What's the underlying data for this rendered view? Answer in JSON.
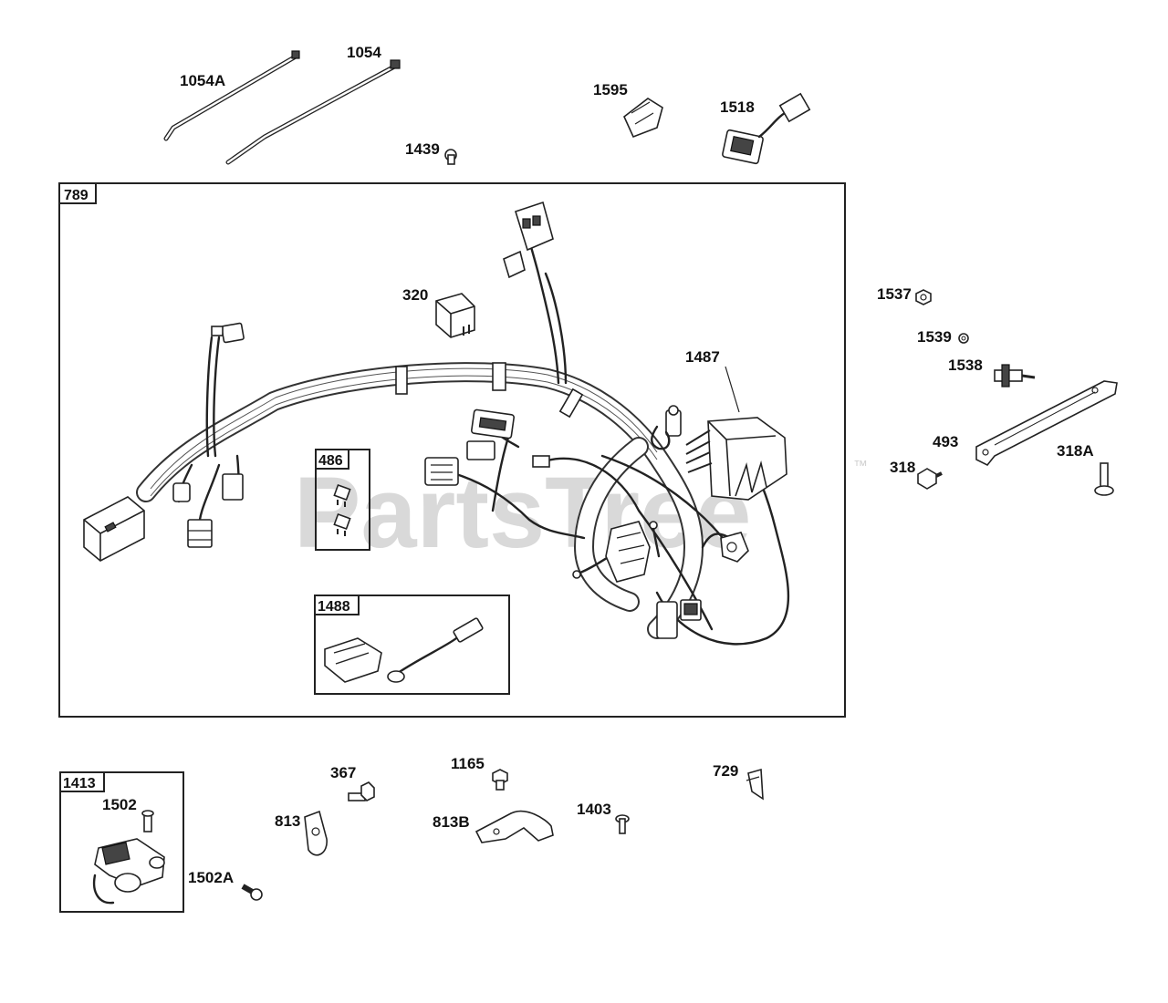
{
  "diagram": {
    "watermark": "PartsTree",
    "trademark": "™",
    "boxes": {
      "main": "789",
      "fuses": "486",
      "connector_kit": "1488",
      "sensor_kit": "1413"
    },
    "labels": {
      "l1054A": "1054A",
      "l1054": "1054",
      "l1595": "1595",
      "l1518": "1518",
      "l1439": "1439",
      "l320": "320",
      "l1487": "1487",
      "l1537": "1537",
      "l1539": "1539",
      "l1538": "1538",
      "l493": "493",
      "l318": "318",
      "l318A": "318A",
      "l1502": "1502",
      "l1502A": "1502A",
      "l367": "367",
      "l813": "813",
      "l1165": "1165",
      "l813B": "813B",
      "l1403": "1403",
      "l729": "729"
    }
  }
}
